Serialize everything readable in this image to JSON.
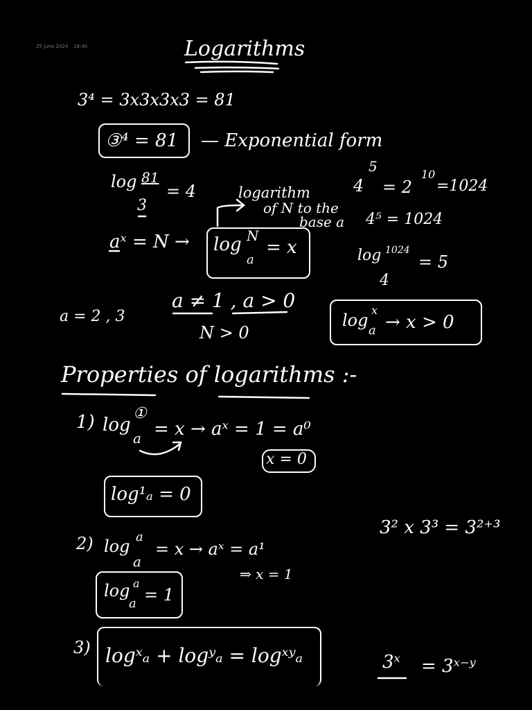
{
  "page": {
    "date": "25 June 2024",
    "time": "18:40",
    "title": "Logarithms",
    "section_heading": "Properties of logarithms :-"
  },
  "lines": {
    "l1": "3⁴ = 3x3x3x3 = 81",
    "l2_box": "③⁴ = 81",
    "l2_desc": "— Exponential form",
    "l3_log": "log",
    "l3_top": "81",
    "l3_base": "3",
    "l3_eq": "= 4",
    "l3_note1": "logarithm",
    "l3_note2": "of N to the",
    "l3_note3": "base a",
    "l3_right1": "4",
    "l3_right1_exp": "5",
    "l3_right1_rest": "= 2",
    "l3_right1_exp2": "10",
    "l3_right1_end": "=1024",
    "l3_right2": "4⁵ = 1024",
    "l4_left": "aˣ = N →",
    "l4_box_log": "log",
    "l4_box_top": "N",
    "l4_box_base": "a",
    "l4_box_eq": "= x",
    "l4_right_log": "log",
    "l4_right_top": "1024",
    "l4_right_base": "4",
    "l4_right_eq": "= 5",
    "l5_left": "a = 2 , 3",
    "l5_cond1": "a ≠ 1 , a > 0",
    "l5_cond2": "N > 0",
    "l5_box": "logₓₐ →  x > 0",
    "l5_box_log": "log",
    "l5_box_top": "x",
    "l5_box_base": "a",
    "l5_box_rest": "→   x > 0"
  },
  "properties": [
    {
      "num": "1)",
      "lhs_log": "log",
      "lhs_top": "①",
      "lhs_base": "a",
      "lhs_rest": "= x  →  aˣ = 1 = a⁰",
      "result_box": "x = 0",
      "boxed": "log¹ₐ = 0"
    },
    {
      "num": "2)",
      "lhs_log": "log",
      "lhs_top": "a",
      "lhs_base": "a",
      "lhs_rest": "= x  →  aˣ = a¹",
      "implies": "⇒ x = 1",
      "boxed_log": "log",
      "boxed_top": "a",
      "boxed_base": "a",
      "boxed_rest": "= 1"
    },
    {
      "num": "3)",
      "boxed": "logˣₐ + logʸₐ = logˣʸₐ"
    }
  ],
  "side_notes": {
    "mult": "3² x 3³ = 3²⁺³",
    "div_num": "3ˣ",
    "div_rhs": "= 3ˣ⁻ʸ"
  }
}
